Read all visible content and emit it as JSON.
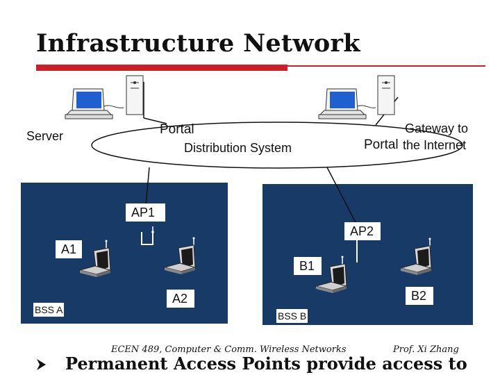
{
  "slide": {
    "title": "Infrastructure Network",
    "labels": {
      "server": "Server",
      "portal_left": "Portal",
      "distribution_system": "Distribution System",
      "gateway_line1": "Gateway to",
      "gateway_line2": "the Internet",
      "portal_right": "Portal",
      "ap1": "AP1",
      "ap2": "AP2",
      "a1": "A1",
      "a2": "A2",
      "b1": "B1",
      "b2": "B2",
      "bss_a": "BSS A",
      "bss_b": "BSS B"
    },
    "footer": {
      "course": "ECEN 489, Computer & Comm. Wireless Networks",
      "author": "Prof. Xi Zhang"
    },
    "bullet_text": "Permanent Access Points provide access to"
  },
  "colors": {
    "accent_red": "#cc1f27",
    "bss_blue": "#173a66",
    "screen_blue": "#1f5fd0"
  },
  "icons": [
    "desktop-computer-icon",
    "laptop-icon",
    "access-point-icon",
    "bullet-arrow-icon"
  ]
}
